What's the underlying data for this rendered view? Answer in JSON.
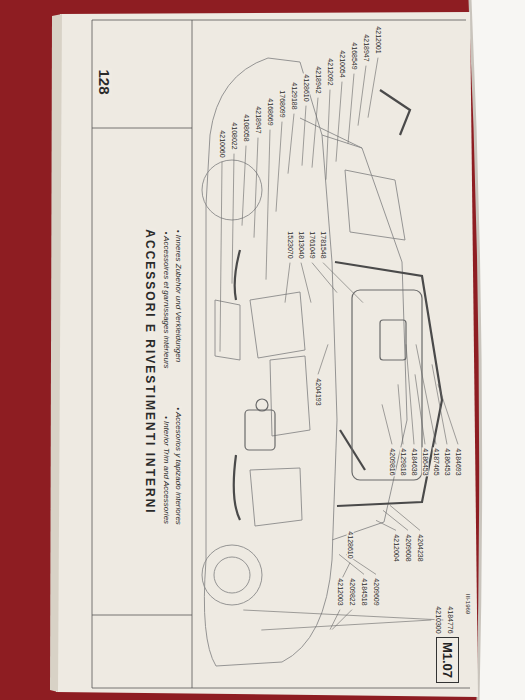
{
  "diagram": {
    "title": "ACCESSORI E RIVESTIMENTI INTERNI",
    "nodes": [
      {
        "text": [
          "M1.07"
        ]
      }
    ],
    "labels": [
      "128",
      "• Accessoires et garnissages intérieurs",
      "• Inneres Zubehör und Verkleidungen",
      "• Interior Trim and Accessories",
      "• Accesorios y tapizado interiores",
      "III-1969",
      "4212001",
      "4218947",
      "4168549",
      "4210054",
      "4212092",
      "4218942",
      "4128610",
      "4129188",
      "1768099",
      "4168669",
      "4218947",
      "4108058",
      "4108022",
      "4210060",
      "4204193",
      "1523070",
      "1813040",
      "1761049",
      "1781548",
      "4184693",
      "4186453",
      "4187465",
      "4186453",
      "4184638",
      "4129818",
      "4209816",
      "4128610",
      "4212003",
      "4209822",
      "4184518",
      "4209609",
      "4212004",
      "4209608",
      "4204238",
      "4210300",
      "4184776"
    ]
  }
}
